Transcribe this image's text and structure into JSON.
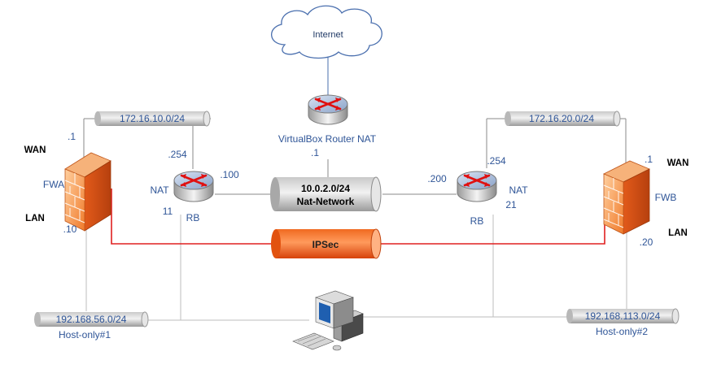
{
  "cloud": {
    "label": "Internet"
  },
  "vbox_router": {
    "name": "VirtualBox Router NAT",
    "ip": ".1"
  },
  "router_left": {
    "name": "RB",
    "nat": "NAT",
    "nat_num": "11",
    "ip_top": ".254",
    "ip_right": ".100"
  },
  "router_right": {
    "name": "RB",
    "nat": "NAT",
    "nat_num": "21",
    "ip_top": ".254",
    "ip_left": ".200"
  },
  "firewall_left": {
    "name": "FWA",
    "wan": "WAN",
    "lan": "LAN",
    "wan_ip": ".1",
    "lan_ip": ".10"
  },
  "firewall_right": {
    "name": "FWB",
    "wan": "WAN",
    "lan": "LAN",
    "wan_ip": ".1",
    "lan_ip": ".20"
  },
  "nat_network": {
    "subnet": "10.0.2.0/24",
    "name": "Nat-Network"
  },
  "ipsec": {
    "label": "IPSec"
  },
  "subnet_left_wan": "172.16.10.0/24",
  "subnet_right_wan": "172.16.20.0/24",
  "host_only_1": {
    "subnet": "192.168.56.0/24",
    "name": "Host-only#1"
  },
  "host_only_2": {
    "subnet": "192.168.113.0/24",
    "name": "Host-only#2"
  }
}
